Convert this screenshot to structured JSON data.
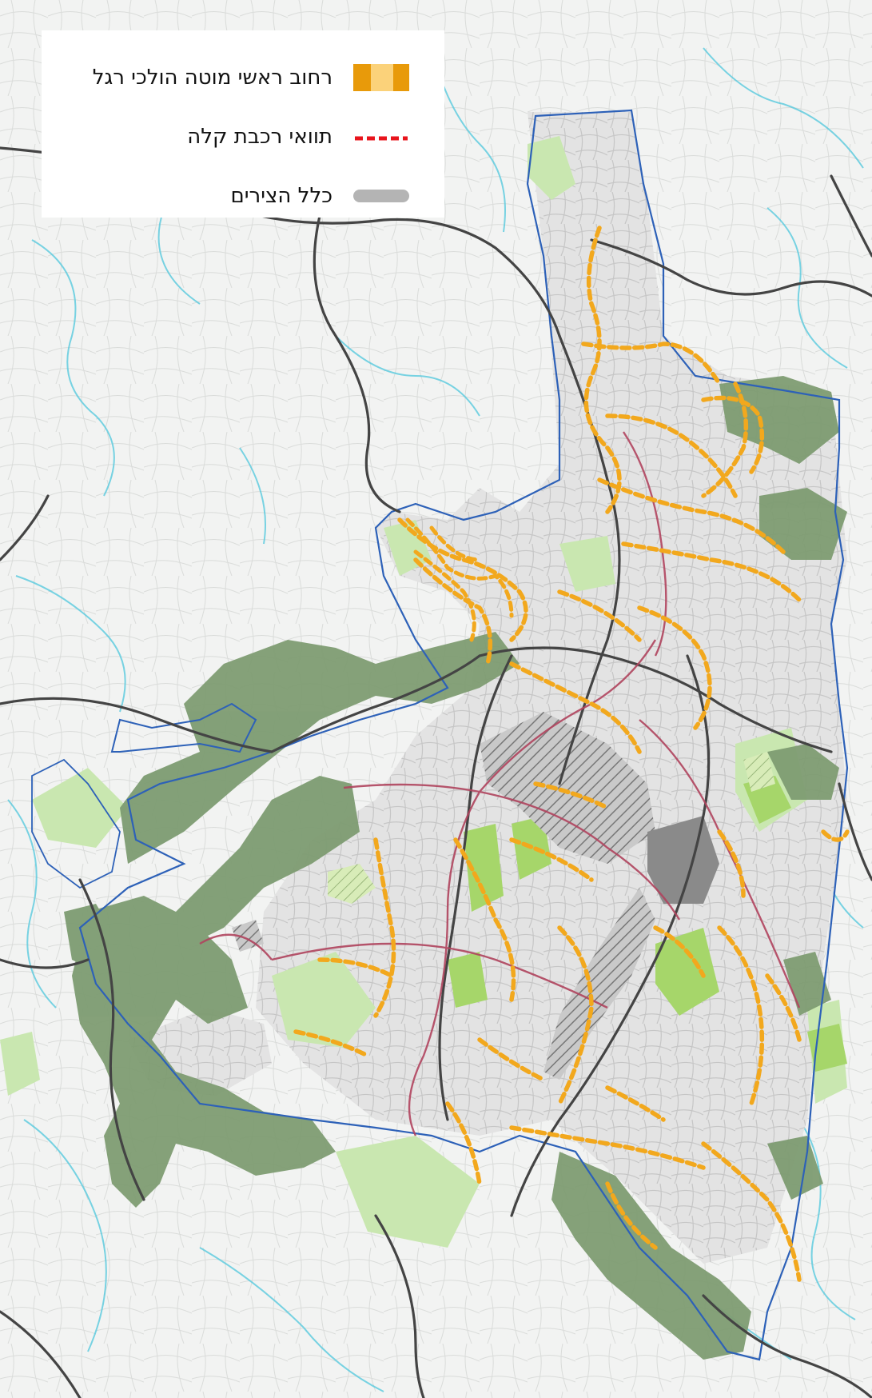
{
  "legend": {
    "items": [
      {
        "label": "רחוב ראשי מוטה הולכי רגל",
        "symbol": "pedestrian-street-swatch",
        "colors": [
          "#e89a0a",
          "#fbd27a"
        ]
      },
      {
        "label": "תוואי רכבת קלה",
        "symbol": "light-rail-dashed-line",
        "color": "#e8141c"
      },
      {
        "label": "כלל הצירים",
        "symbol": "all-axes-gray-line",
        "color": "#b4b4b4"
      }
    ]
  },
  "map_colors": {
    "background": "#f4f5f4",
    "forest": "#7e9c72",
    "open_green": "#c9e7b0",
    "bright_green": "#a6d66a",
    "built_area": "#e4e4e4",
    "hatched_center": "#9a9a9a",
    "boundary": "#2d61b8",
    "highway": "#444444",
    "light_rail": "#b0445e",
    "pedestrian_street": "#f2a81d",
    "streams": "#4fc7dc"
  }
}
